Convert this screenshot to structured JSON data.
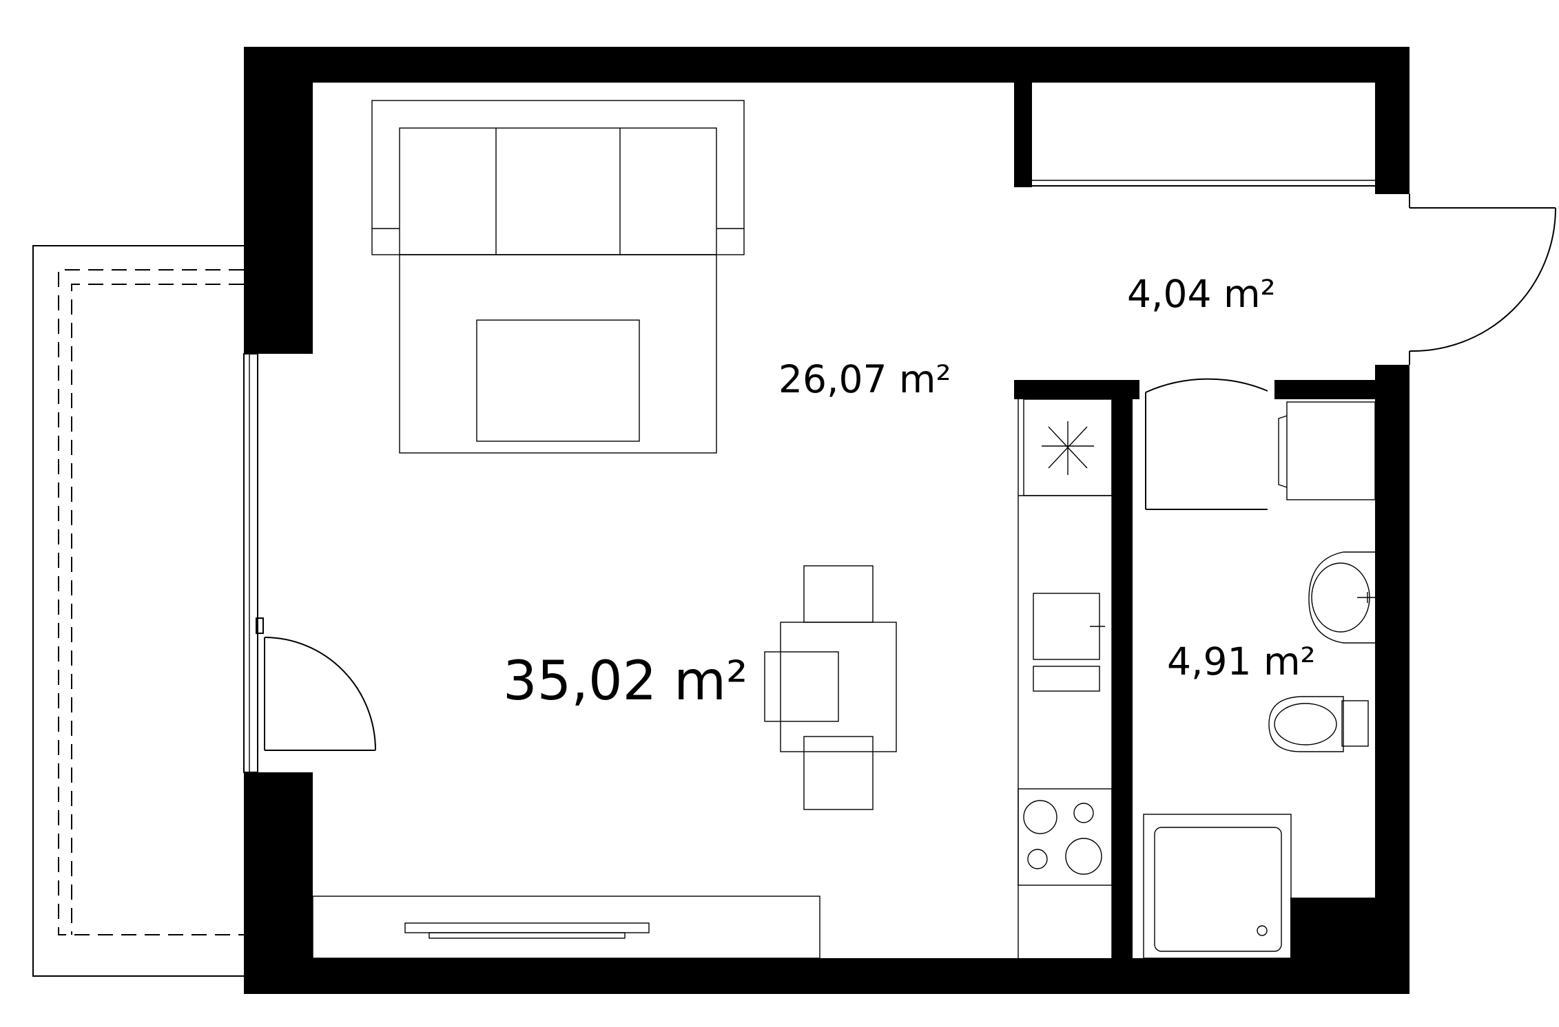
{
  "plan": {
    "total_area": "35,02 m²",
    "rooms": [
      {
        "id": "living",
        "area": "26,07 m²"
      },
      {
        "id": "hall",
        "area": "4,04 m²"
      },
      {
        "id": "bathroom",
        "area": "4,91 m²"
      }
    ]
  }
}
